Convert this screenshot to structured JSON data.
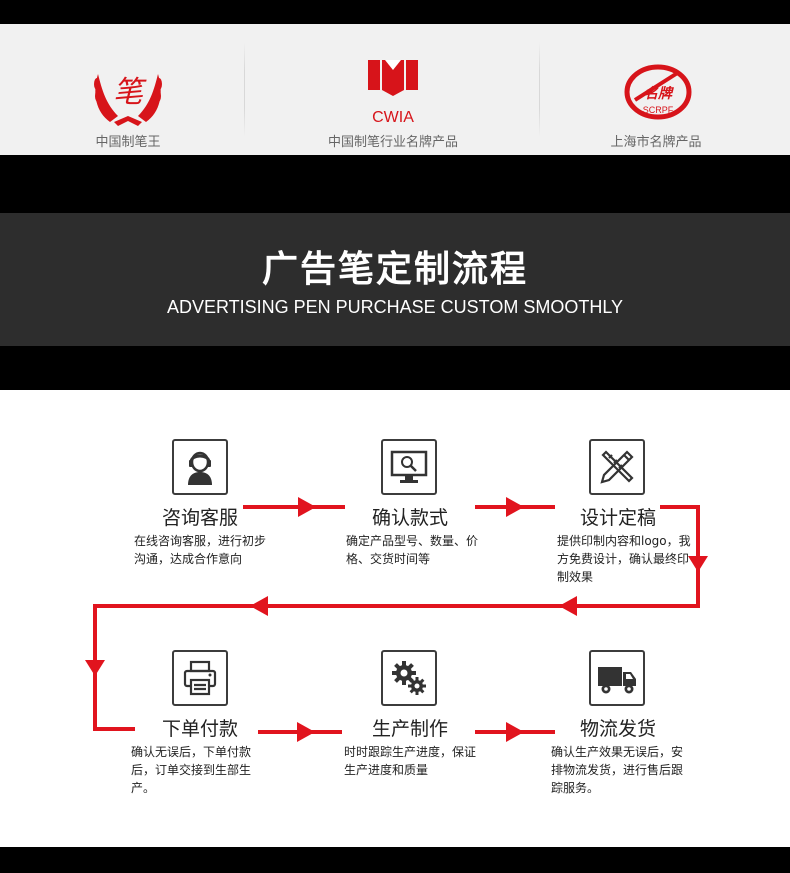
{
  "badges": [
    {
      "caption": "中国制笔王",
      "icon": "laurel-wreath-icon",
      "mark": "笔"
    },
    {
      "caption": "中国制笔行业名牌产品",
      "icon": "cwia-logo",
      "mark": "CWIA"
    },
    {
      "caption": "上海市名牌产品",
      "icon": "scrpf-seal",
      "mark": "SCRPF"
    }
  ],
  "banner": {
    "title": "广告笔定制流程",
    "subtitle": "ADVERTISING PEN PURCHASE CUSTOM SMOOTHLY"
  },
  "steps": [
    {
      "title": "咨询客服",
      "desc": "在线咨询客服，进行初步沟通，达成合作意向",
      "icon": "customer-service-icon"
    },
    {
      "title": "确认款式",
      "desc": "确定产品型号、数量、价格、交货时间等",
      "icon": "monitor-search-icon"
    },
    {
      "title": "设计定稿",
      "desc": "提供印制内容和logo，我方免费设计，确认最终印制效果",
      "icon": "pencil-ruler-icon"
    },
    {
      "title": "下单付款",
      "desc": "确认无误后，下单付款后，订单交接到生部生产。",
      "icon": "printer-icon"
    },
    {
      "title": "生产制作",
      "desc": "时时跟踪生产进度，保证生产进度和质量",
      "icon": "gears-icon"
    },
    {
      "title": "物流发货",
      "desc": "确认生产效果无误后，安排物流发货，进行售后跟踪服务。",
      "icon": "truck-icon"
    }
  ],
  "colors": {
    "accent": "#e1141e",
    "dark": "#2d2d2d",
    "badge_red": "#d7141a"
  }
}
